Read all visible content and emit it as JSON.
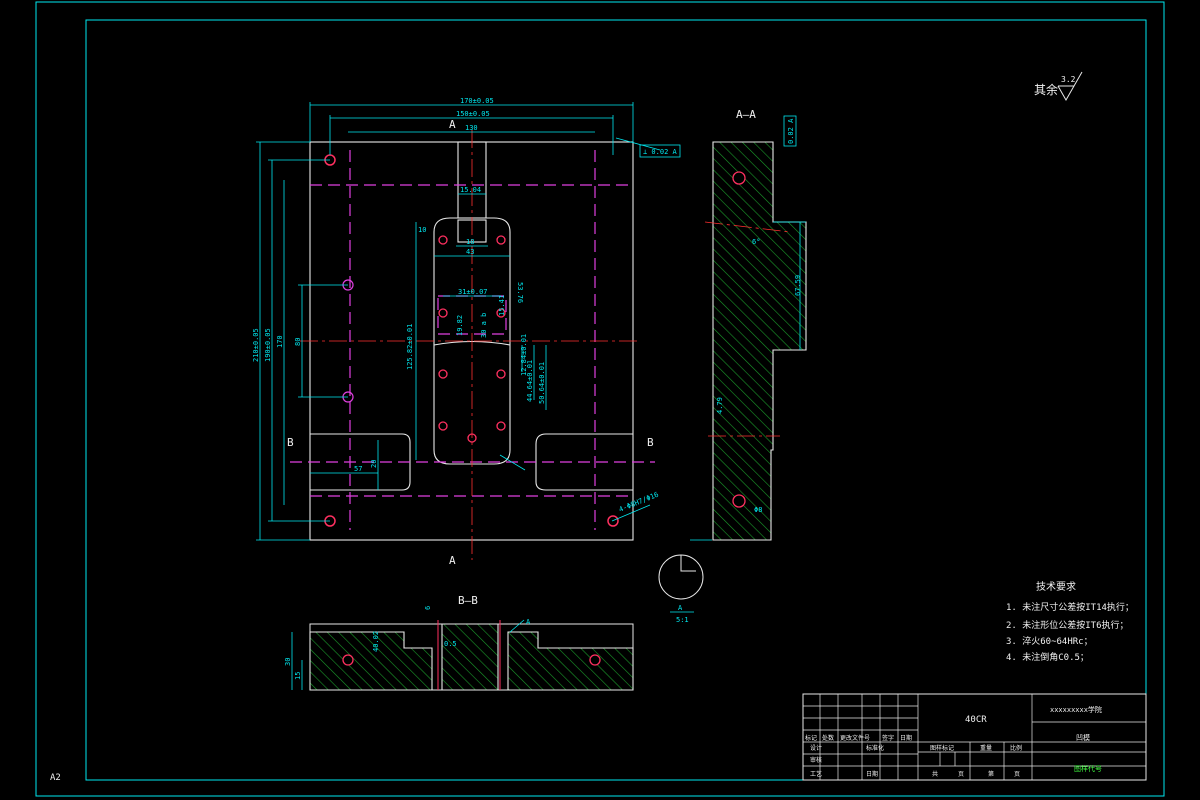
{
  "sheet": {
    "size_code": "A2"
  },
  "roughness": {
    "label": "其余",
    "value": "3.2"
  },
  "views": {
    "section_aa": "A—A",
    "section_bb": "B—B",
    "cut_a": "A",
    "cut_b": "B",
    "detail": "A",
    "detail_scale": "5:1"
  },
  "main_dims": {
    "w_overall": "170±0.05",
    "w_holes": "150±0.05",
    "w_inner": "130",
    "slot_w": "15.04",
    "d_18": "18",
    "d_43": "43",
    "d_31": "31±0.07",
    "d_537": "53.76",
    "d_1541": "15.41",
    "d_1982": "19.82",
    "d_30": "30 a b",
    "d_1284": "12.84±0.01",
    "d_4464": "44.64±0.01",
    "d_5064": "50.64±0.01",
    "d_10": "10",
    "d_20": "20",
    "d_57": "57",
    "d_80": "80",
    "d_12582": "125.82±0.01",
    "h_overall": "210±0.05",
    "h_holes": "190±0.05",
    "h_170": "170",
    "hole_note": "4-Φ8H7/Φ16",
    "perp": "⊥ 0.02 A"
  },
  "aa_dims": {
    "angle": "6°",
    "depth": "67.59",
    "small": "4.79",
    "dia": "Φ8",
    "flat": "0.02 A"
  },
  "bb_dims": {
    "d_30": "30",
    "d_15": "15",
    "d_40": "40.02",
    "d_6": "6",
    "d_0": "0.5",
    "mark_a": "A"
  },
  "tech_req": {
    "title": "技术要求",
    "items": [
      "1. 未注尺寸公差按IT14执行；",
      "2. 未注形位公差按IT6执行；",
      "3. 淬火60~64HRc；",
      "4. 未注倒角C0.5；"
    ]
  },
  "title_block": {
    "material": "40CR",
    "school": "xxxxxxxxx学院",
    "part_name": "凹模",
    "drawing_no": "图样代号",
    "row1": [
      "标记",
      "处数",
      "更改文件号",
      "签字",
      "日期"
    ],
    "row2": [
      "设计",
      "",
      "标准化",
      ""
    ],
    "row3": [
      "审核",
      "",
      "",
      ""
    ],
    "row4": [
      "工艺",
      "",
      "日期",
      ""
    ],
    "stage": [
      "图样标记",
      "重量",
      "比例"
    ],
    "sheet": [
      "共",
      "页",
      "第",
      "页"
    ]
  },
  "colors": {
    "frame": "#00e8f0",
    "outline": "#e8e8e8",
    "hidden": "#e040e0",
    "center": "#ff3030",
    "hatch": "#1a9a2a"
  }
}
